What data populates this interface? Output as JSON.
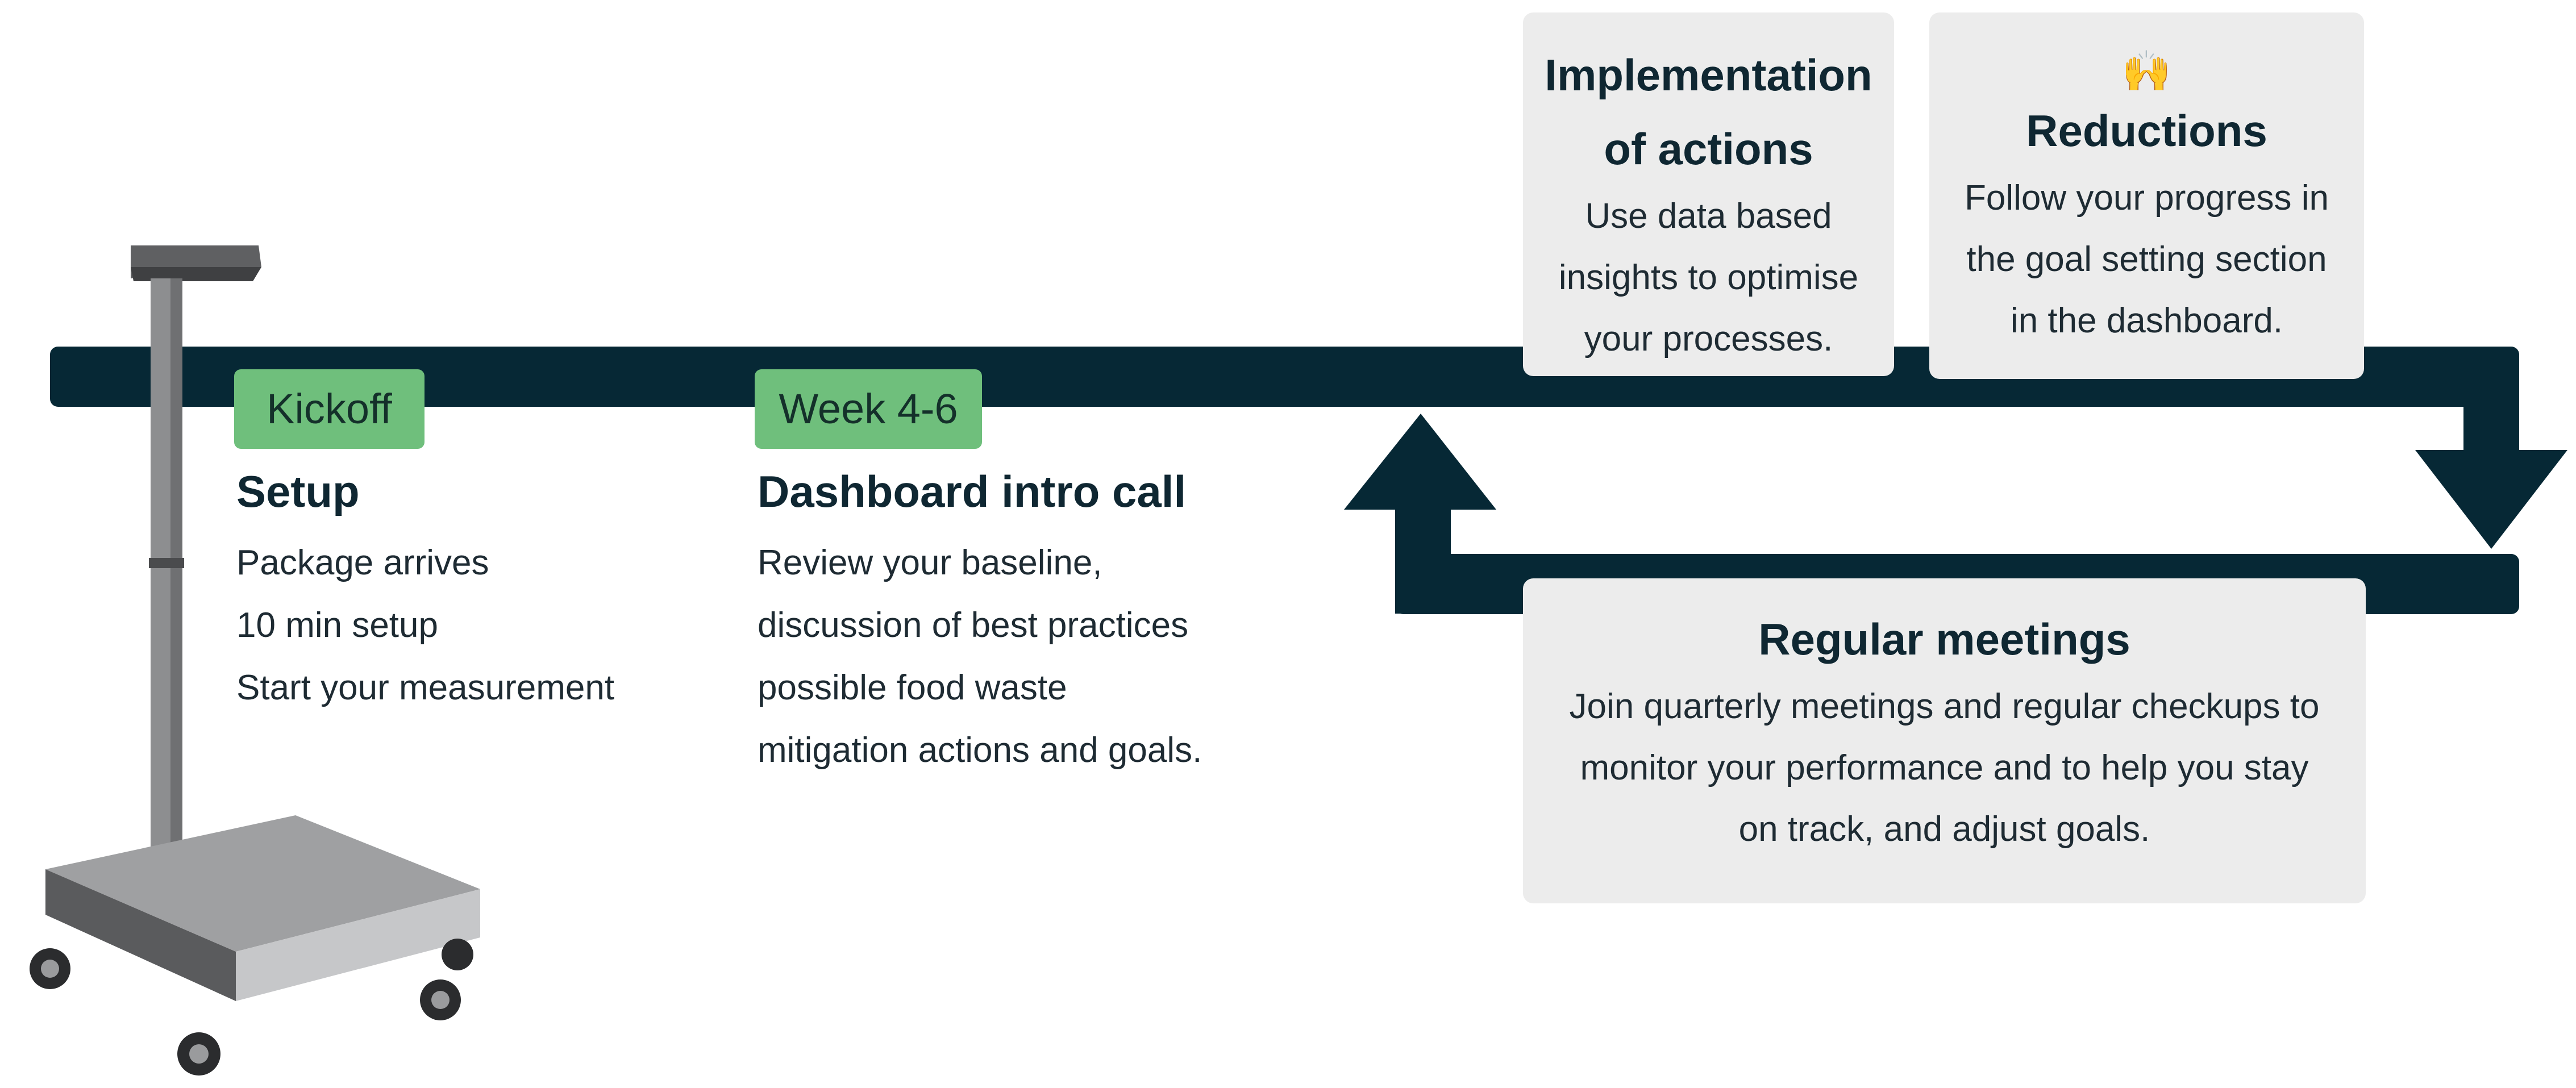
{
  "steps": [
    {
      "badge": "Kickoff",
      "title": "Setup",
      "lines": [
        "Package arrives",
        "10 min setup",
        "Start your measurement"
      ]
    },
    {
      "badge": "Week 4-6",
      "title": "Dashboard intro call",
      "lines": [
        "Review your baseline,",
        "discussion of best practices",
        "possible food waste",
        "mitigation actions and goals."
      ]
    }
  ],
  "cards": {
    "implementation": {
      "title_lines": [
        "Implementation",
        "of actions"
      ],
      "body_lines": [
        "Use data based",
        "insights to optimise",
        "your processes."
      ]
    },
    "reductions": {
      "icon": "raised-hands-icon",
      "title": "Reductions",
      "body_lines": [
        "Follow your progress in",
        "the goal setting section",
        "in the dashboard."
      ]
    },
    "meetings": {
      "title": "Regular meetings",
      "body_lines": [
        "Join quarterly meetings and regular checkups to",
        "monitor your performance and to help you stay",
        "on track, and adjust goals."
      ]
    }
  },
  "colors": {
    "arrow": "#062835",
    "badge": "#6fbf7c",
    "card": "#ececec"
  }
}
